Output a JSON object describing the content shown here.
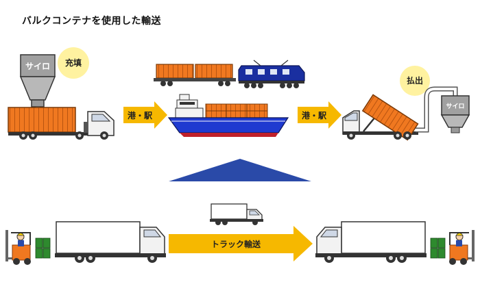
{
  "title": "バルクコンテナを使用した輸送",
  "labels": {
    "silo_left": "サイロ",
    "fill": "充填",
    "port_station_left": "港・駅",
    "port_station_right": "港・駅",
    "discharge": "払出",
    "silo_right": "サイロ",
    "truck_transport": "トラック輸送"
  },
  "colors": {
    "container_orange": "#f07820",
    "locomotive_blue": "#1a2fa0",
    "ship_hull_blue": "#1f3ad0",
    "ship_hull_red": "#c0202a",
    "arrow_yellow": "#f6b800",
    "bubble_yellow": "#fff2a0",
    "silo_gray": "#a0a0a0",
    "triangle_blue": "#2a4aa8",
    "drum_green": "#2e8a2e"
  }
}
